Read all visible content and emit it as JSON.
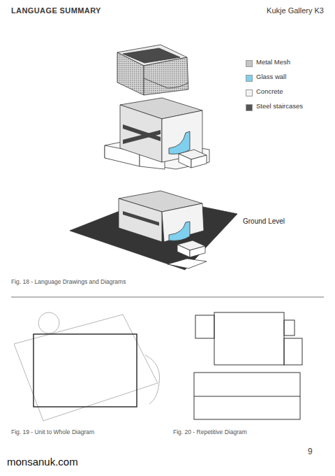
{
  "diagram": {
    "title": "LANGUAGE SUMMARY",
    "labels": [
      "Kukje Gallery K3",
      "Ground Level",
      "Fig. 18 - Language Drawings and Diagrams",
      "Fig. 19 - Unit to Whole Diagram",
      "Fig. 20 - Repetitive Diagram",
      "9",
      "monsanuk.com"
    ],
    "legend": [
      {
        "text": "Metal Mesh",
        "color": "#c4c4c4"
      },
      {
        "text": "Glass wall",
        "color": "#7fd0ee"
      },
      {
        "text": "Concrete",
        "color": "#f2f2f2"
      },
      {
        "text": "Steel staircases",
        "color": "#555555"
      }
    ]
  }
}
